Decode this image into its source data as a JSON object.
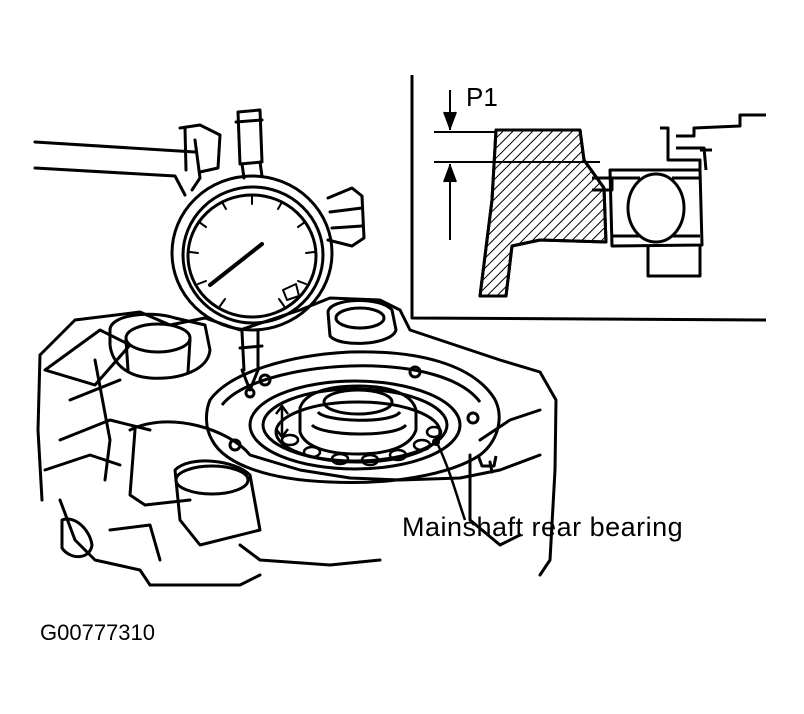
{
  "labels": {
    "dimension": "P1",
    "part": "Mainshaft rear bearing",
    "figure_id": "G00777310"
  },
  "colors": {
    "ink": "#000000",
    "paper": "#ffffff"
  }
}
